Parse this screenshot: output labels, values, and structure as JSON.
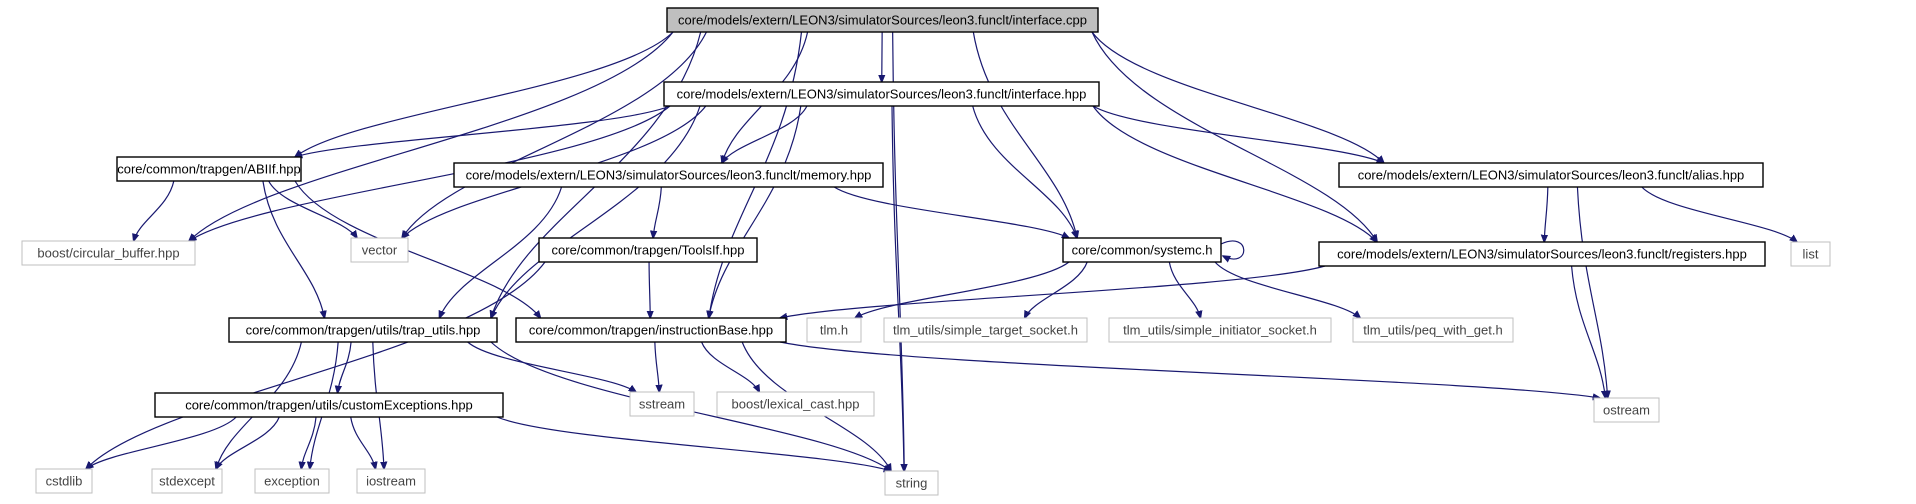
{
  "graph": {
    "nodes": [
      {
        "id": "root",
        "label": "core/models/extern/LEON3/simulatorSources/leon3.funclt/interface.cpp",
        "style": "root"
      },
      {
        "id": "iface_hpp",
        "label": "core/models/extern/LEON3/simulatorSources/leon3.funclt/interface.hpp",
        "style": "internal"
      },
      {
        "id": "abiif",
        "label": "core/common/trapgen/ABIIf.hpp",
        "style": "internal"
      },
      {
        "id": "memory",
        "label": "core/models/extern/LEON3/simulatorSources/leon3.funclt/memory.hpp",
        "style": "internal"
      },
      {
        "id": "alias",
        "label": "core/models/extern/LEON3/simulatorSources/leon3.funclt/alias.hpp",
        "style": "internal"
      },
      {
        "id": "circbuf",
        "label": "boost/circular_buffer.hpp",
        "style": "external"
      },
      {
        "id": "vector",
        "label": "vector",
        "style": "external"
      },
      {
        "id": "toolsif",
        "label": "core/common/trapgen/ToolsIf.hpp",
        "style": "internal"
      },
      {
        "id": "systemc",
        "label": "core/common/systemc.h",
        "style": "internal"
      },
      {
        "id": "registers",
        "label": "core/models/extern/LEON3/simulatorSources/leon3.funclt/registers.hpp",
        "style": "internal"
      },
      {
        "id": "list",
        "label": "list",
        "style": "external"
      },
      {
        "id": "traputils",
        "label": "core/common/trapgen/utils/trap_utils.hpp",
        "style": "internal"
      },
      {
        "id": "instrbase",
        "label": "core/common/trapgen/instructionBase.hpp",
        "style": "internal"
      },
      {
        "id": "tlmh",
        "label": "tlm.h",
        "style": "external"
      },
      {
        "id": "tlm_target",
        "label": "tlm_utils/simple_target_socket.h",
        "style": "external"
      },
      {
        "id": "tlm_init",
        "label": "tlm_utils/simple_initiator_socket.h",
        "style": "external"
      },
      {
        "id": "tlm_peq",
        "label": "tlm_utils/peq_with_get.h",
        "style": "external"
      },
      {
        "id": "customexc",
        "label": "core/common/trapgen/utils/customExceptions.hpp",
        "style": "internal"
      },
      {
        "id": "sstream",
        "label": "sstream",
        "style": "external"
      },
      {
        "id": "lexcast",
        "label": "boost/lexical_cast.hpp",
        "style": "external"
      },
      {
        "id": "ostream",
        "label": "ostream",
        "style": "external"
      },
      {
        "id": "cstdlib",
        "label": "cstdlib",
        "style": "external"
      },
      {
        "id": "stdexcept",
        "label": "stdexcept",
        "style": "external"
      },
      {
        "id": "exception",
        "label": "exception",
        "style": "external"
      },
      {
        "id": "iostream",
        "label": "iostream",
        "style": "external"
      },
      {
        "id": "string",
        "label": "string",
        "style": "external"
      }
    ],
    "edges": [
      [
        "root",
        "iface_hpp"
      ],
      [
        "root",
        "abiif"
      ],
      [
        "root",
        "memory"
      ],
      [
        "root",
        "alias"
      ],
      [
        "root",
        "circbuf"
      ],
      [
        "root",
        "vector"
      ],
      [
        "root",
        "systemc"
      ],
      [
        "root",
        "registers"
      ],
      [
        "root",
        "traputils"
      ],
      [
        "root",
        "instrbase"
      ],
      [
        "root",
        "string"
      ],
      [
        "iface_hpp",
        "abiif"
      ],
      [
        "iface_hpp",
        "memory"
      ],
      [
        "iface_hpp",
        "alias"
      ],
      [
        "iface_hpp",
        "circbuf"
      ],
      [
        "iface_hpp",
        "vector"
      ],
      [
        "iface_hpp",
        "systemc"
      ],
      [
        "iface_hpp",
        "registers"
      ],
      [
        "iface_hpp",
        "traputils"
      ],
      [
        "iface_hpp",
        "instrbase"
      ],
      [
        "iface_hpp",
        "string"
      ],
      [
        "abiif",
        "circbuf"
      ],
      [
        "abiif",
        "vector"
      ],
      [
        "abiif",
        "traputils"
      ],
      [
        "abiif",
        "instrbase"
      ],
      [
        "memory",
        "toolsif"
      ],
      [
        "memory",
        "systemc"
      ],
      [
        "memory",
        "traputils"
      ],
      [
        "alias",
        "registers"
      ],
      [
        "alias",
        "list"
      ],
      [
        "alias",
        "ostream"
      ],
      [
        "toolsif",
        "instrbase"
      ],
      [
        "toolsif",
        "cstdlib"
      ],
      [
        "systemc",
        "systemc"
      ],
      [
        "systemc",
        "tlmh"
      ],
      [
        "systemc",
        "tlm_target"
      ],
      [
        "systemc",
        "tlm_init"
      ],
      [
        "systemc",
        "tlm_peq"
      ],
      [
        "registers",
        "instrbase"
      ],
      [
        "registers",
        "ostream"
      ],
      [
        "traputils",
        "customexc"
      ],
      [
        "traputils",
        "sstream"
      ],
      [
        "traputils",
        "stdexcept"
      ],
      [
        "traputils",
        "exception"
      ],
      [
        "traputils",
        "iostream"
      ],
      [
        "traputils",
        "string"
      ],
      [
        "instrbase",
        "sstream"
      ],
      [
        "instrbase",
        "lexcast"
      ],
      [
        "instrbase",
        "string"
      ],
      [
        "instrbase",
        "ostream"
      ],
      [
        "customexc",
        "cstdlib"
      ],
      [
        "customexc",
        "stdexcept"
      ],
      [
        "customexc",
        "exception"
      ],
      [
        "customexc",
        "iostream"
      ],
      [
        "customexc",
        "string"
      ]
    ]
  }
}
